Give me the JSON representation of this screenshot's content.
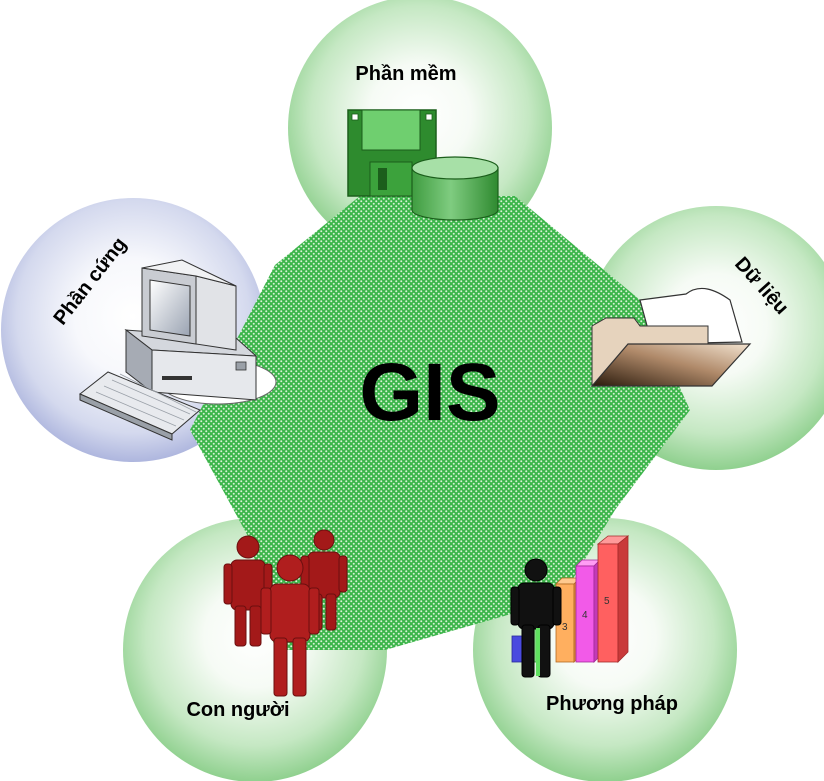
{
  "diagram": {
    "center_label": "GIS",
    "components": [
      {
        "id": "software",
        "label": "Phần mềm",
        "icon": "floppy-disk-and-database-icon"
      },
      {
        "id": "data",
        "label": "Dữ liệu",
        "icon": "folder-with-document-icon"
      },
      {
        "id": "methods",
        "label": "Phương pháp",
        "icon": "person-with-bar-chart-icon"
      },
      {
        "id": "people",
        "label": "Con người",
        "icon": "people-group-icon"
      },
      {
        "id": "hardware",
        "label": "Phần cứng",
        "icon": "desktop-computer-icon"
      }
    ],
    "bar_numbers": [
      "3",
      "4",
      "5"
    ]
  },
  "colors": {
    "pentagon_fill": "#3cb54a",
    "pentagon_dots": "#d8f2d6",
    "circle_center": "#ffffff",
    "circle_edge_green": "#8fd08e",
    "circle_edge_blue": "#aeb6de",
    "people_red": "#a31919",
    "floppy_green": "#2e8b2e",
    "database_green": "#5fb860"
  }
}
